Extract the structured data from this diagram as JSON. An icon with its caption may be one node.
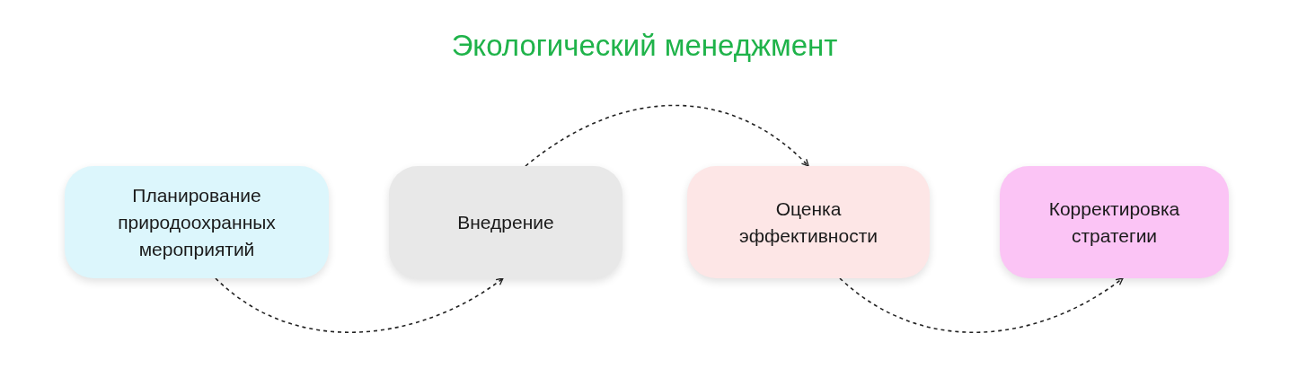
{
  "diagram": {
    "title": "Экологический менеджмент",
    "nodes": [
      {
        "text": [
          "Планирование природоохранных мероприятий"
        ]
      },
      {
        "text": [
          "Внедрение"
        ]
      },
      {
        "text": [
          "Оценка эффективности"
        ]
      },
      {
        "text": [
          "Корректировка стратегии"
        ]
      }
    ],
    "edges": [
      {
        "from": 0,
        "to": 1,
        "arrow": "to",
        "style": "dashed"
      },
      {
        "from": 1,
        "to": 2,
        "arrow": "to",
        "style": "dashed"
      },
      {
        "from": 2,
        "to": 3,
        "arrow": "to",
        "style": "dashed"
      }
    ]
  }
}
